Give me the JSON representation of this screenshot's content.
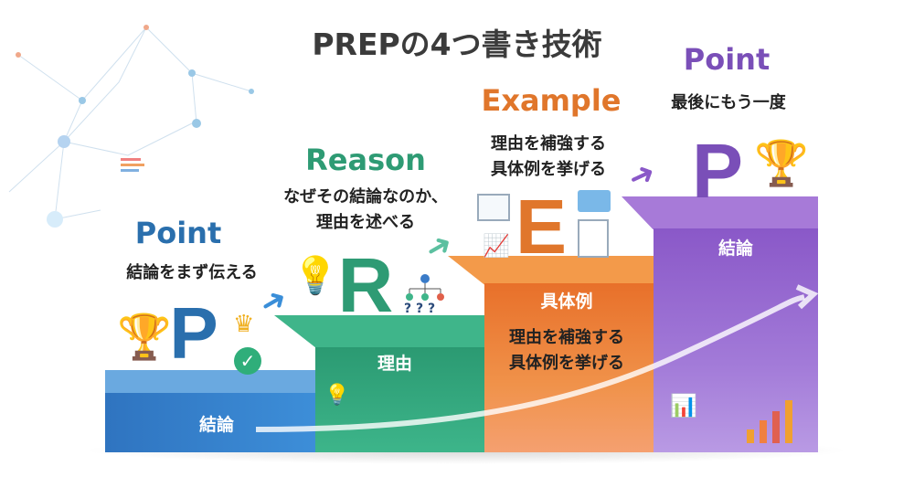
{
  "title": "PREPの4つ書き技術",
  "steps": [
    {
      "heading": "Point",
      "description": "結論をまず伝える",
      "letter": "P",
      "block_label": "結論",
      "color": "#2a6fad"
    },
    {
      "heading": "Reason",
      "description_lines": [
        "なぜその結論なのか、",
        "理由を述べる"
      ],
      "letter": "R",
      "block_label": "理由",
      "color": "#2e9b74",
      "icon_text": "? ? ?"
    },
    {
      "heading": "Example",
      "description_lines": [
        "理由を補強する",
        "具体例を挙げる"
      ],
      "letter": "E",
      "block_label": "具体例",
      "block_text_lines": [
        "理由を補強する",
        "具体例を挙げる"
      ],
      "color": "#e0762b"
    },
    {
      "heading": "Point",
      "description": "最後にもう一度",
      "letter": "P",
      "block_label": "結論",
      "color": "#7a4fb8"
    }
  ]
}
